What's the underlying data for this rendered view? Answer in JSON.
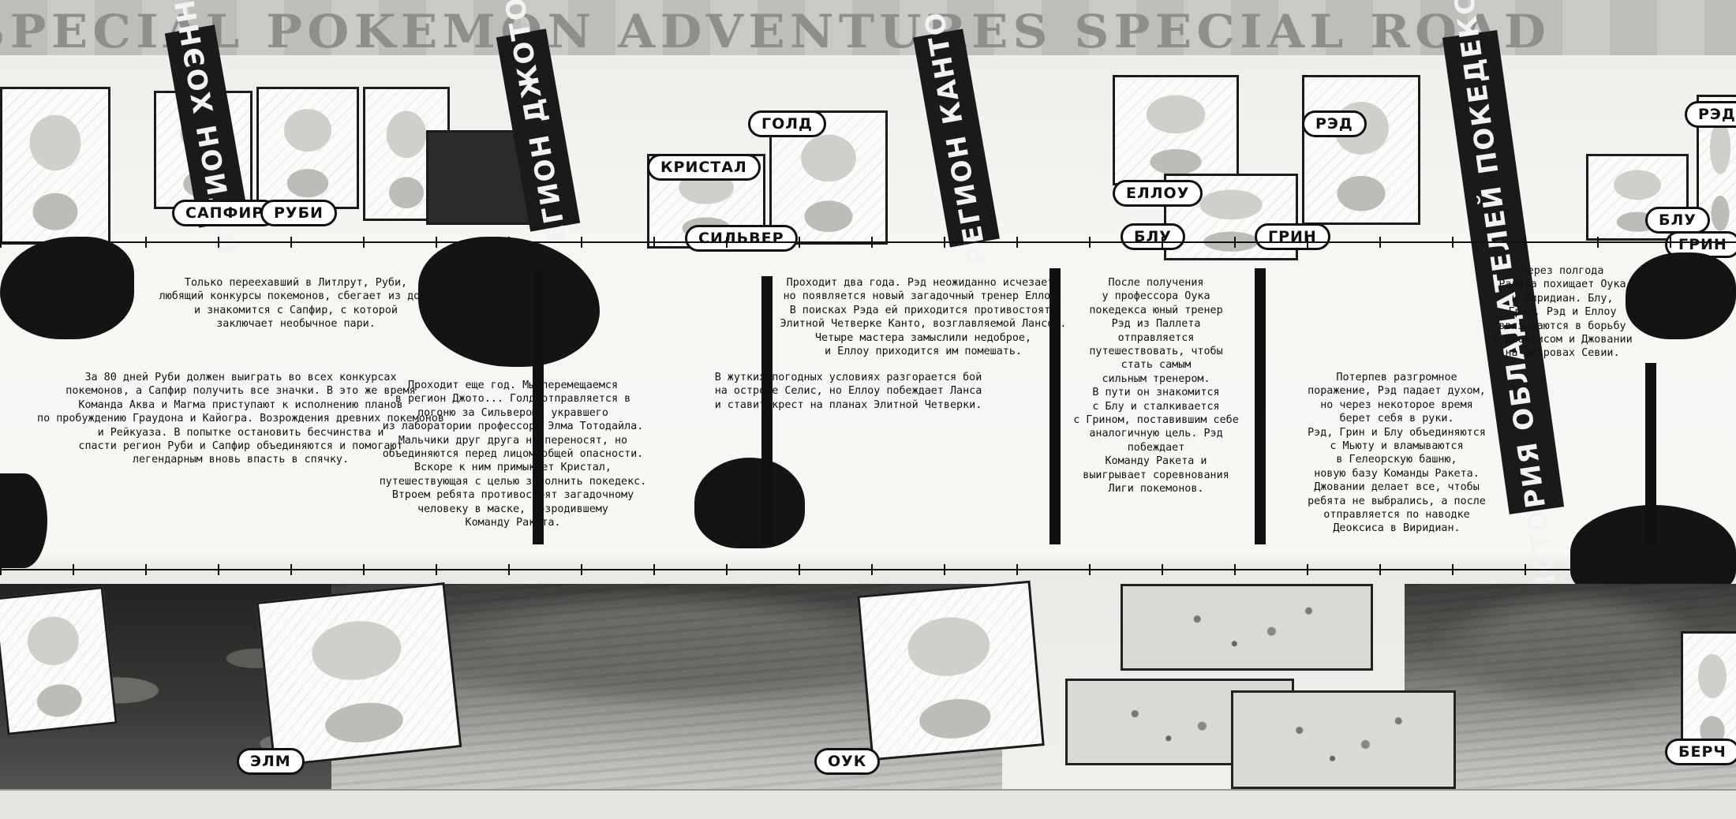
{
  "banner": {
    "text": "SPECIAL POKEMON ADVENTURES SPECIAL ROAD"
  },
  "sections": [
    {
      "id": "emerald-left",
      "ribbon": "РЕГИОН ХОЭНН"
    },
    {
      "id": "johto",
      "ribbon": "РЕГИОН ДЖОТО"
    },
    {
      "id": "kanto",
      "ribbon": "РЕГИОН КАНТО"
    },
    {
      "id": "right",
      "ribbon": "ИСТОРИЯ ОБЛАДАТЕЛЕЙ ПОКЕДЕКСОВ"
    }
  ],
  "name_labels": [
    {
      "text": "САПФИР"
    },
    {
      "text": "РУБИ"
    },
    {
      "text": "КРИСТАЛ"
    },
    {
      "text": "ГОЛД"
    },
    {
      "text": "СИЛЬВЕР"
    },
    {
      "text": "ЕЛЛОУ"
    },
    {
      "text": "РЭД"
    },
    {
      "text": "БЛУ"
    },
    {
      "text": "ГРИН"
    },
    {
      "text": "БЛУ"
    },
    {
      "text": "ГРИН"
    },
    {
      "text": "РЭД"
    }
  ],
  "stories": {
    "hoenn_1": [
      "Только переехавший в Литлрут, Руби,",
      "любящий конкурсы покемонов, сбегает из дома",
      "и знакомится с Сапфир, с которой",
      "заключает необычное пари."
    ],
    "hoenn_2": [
      "За 80 дней Руби должен выиграть во всех конкурсах",
      "покемонов, а Сапфир получить все значки. В это же время",
      "Команда Аква и Магма приступают к исполнению планов",
      "по пробуждению Граудона и Кайогра. Возрождения древних покемонов",
      "и Рейкуаза. В попытке остановить бесчинства и",
      "спасти регион Руби и Сапфир объединяются и помогают",
      "легендарным вновь впасть в спячку."
    ],
    "johto_1": [
      "Проходит еще год. Мы перемещаемся",
      "в регион Джото... Голд отправляется в",
      "погоню за Сильвером, укравшего",
      "из лаборатории профессора Элма Тотодайла.",
      "Мальчики друг друга не переносят, но",
      "объединяются перед лицом общей опасности.",
      "Вскоре к ним примыкает Кристал,",
      "путешествующая с целью заполнить покедекс.",
      "Втроем ребята противостоят загадочному",
      "человеку в маске, возродившему",
      "Команду Ракета."
    ],
    "kanto_1": [
      "Проходит два года. Рэд неожиданно исчезает,",
      "но появляется новый загадочный тренер Еллоу.",
      "В поисках Рэда ей приходится противостоять",
      "Элитной Четверке Канто, возглавляемой Лансом.",
      "Четыре мастера замыслили недоброе,",
      "и Еллоу приходится им помешать."
    ],
    "kanto_2": [
      "В жутких погодных условиях разгорается бой",
      "на острове Селис, но Еллоу побеждает Ланса",
      "и ставит крест на планах Элитной Четверки."
    ],
    "kanto_3": [
      "После получения",
      "у профессора Оука",
      "покедекса юный тренер",
      "Рэд из Паллета",
      "отправляется",
      "путешествовать, чтобы",
      "стать самым",
      "сильным тренером.",
      "В пути он знакомится",
      "с Блу и сталкивается",
      "с Грином, поставившим себе",
      "аналогичную цель. Рэд",
      "побеждает",
      "Команду Ракета и",
      "выигрывает соревнования",
      "Лиги покемонов."
    ],
    "right_1": [
      "Через полгода",
      "Ракета похищает Оука",
      "и Виридиан. Блу,",
      "Грин, Рэд и Еллоу",
      "ввязываются в борьбу",
      "с Деоксисом и Джовании",
      "на островах Севии."
    ],
    "right_2": [
      "Потерпев разгромное",
      "поражение, Рэд падает духом,",
      "но через некоторое время",
      "берет себя в руки.",
      "Рэд, Грин и Блу объединяются",
      "с Мьюту и вламываются",
      "в Гелеорскую башню,",
      "новую базу Команды Ракета.",
      "Джовании делает все, чтобы",
      "ребята не выбрались, а после",
      "отправляется по наводке",
      "Деоксиса в Виридиан."
    ]
  },
  "place_labels": [
    {
      "text": "ЭЛМ"
    },
    {
      "text": "ОУК"
    },
    {
      "text": "БЕРЧ"
    }
  ]
}
